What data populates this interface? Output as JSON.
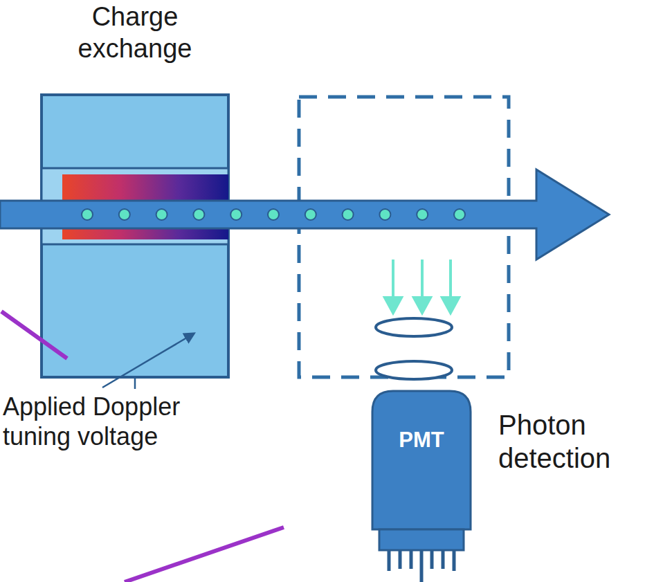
{
  "diagram": {
    "nodes": [
      {
        "text": [
          "Charge exchange"
        ]
      },
      {
        "text": [
          "PMT"
        ]
      }
    ],
    "labels": [
      "Applied Doppler tuning voltage",
      "Photon detection"
    ]
  }
}
